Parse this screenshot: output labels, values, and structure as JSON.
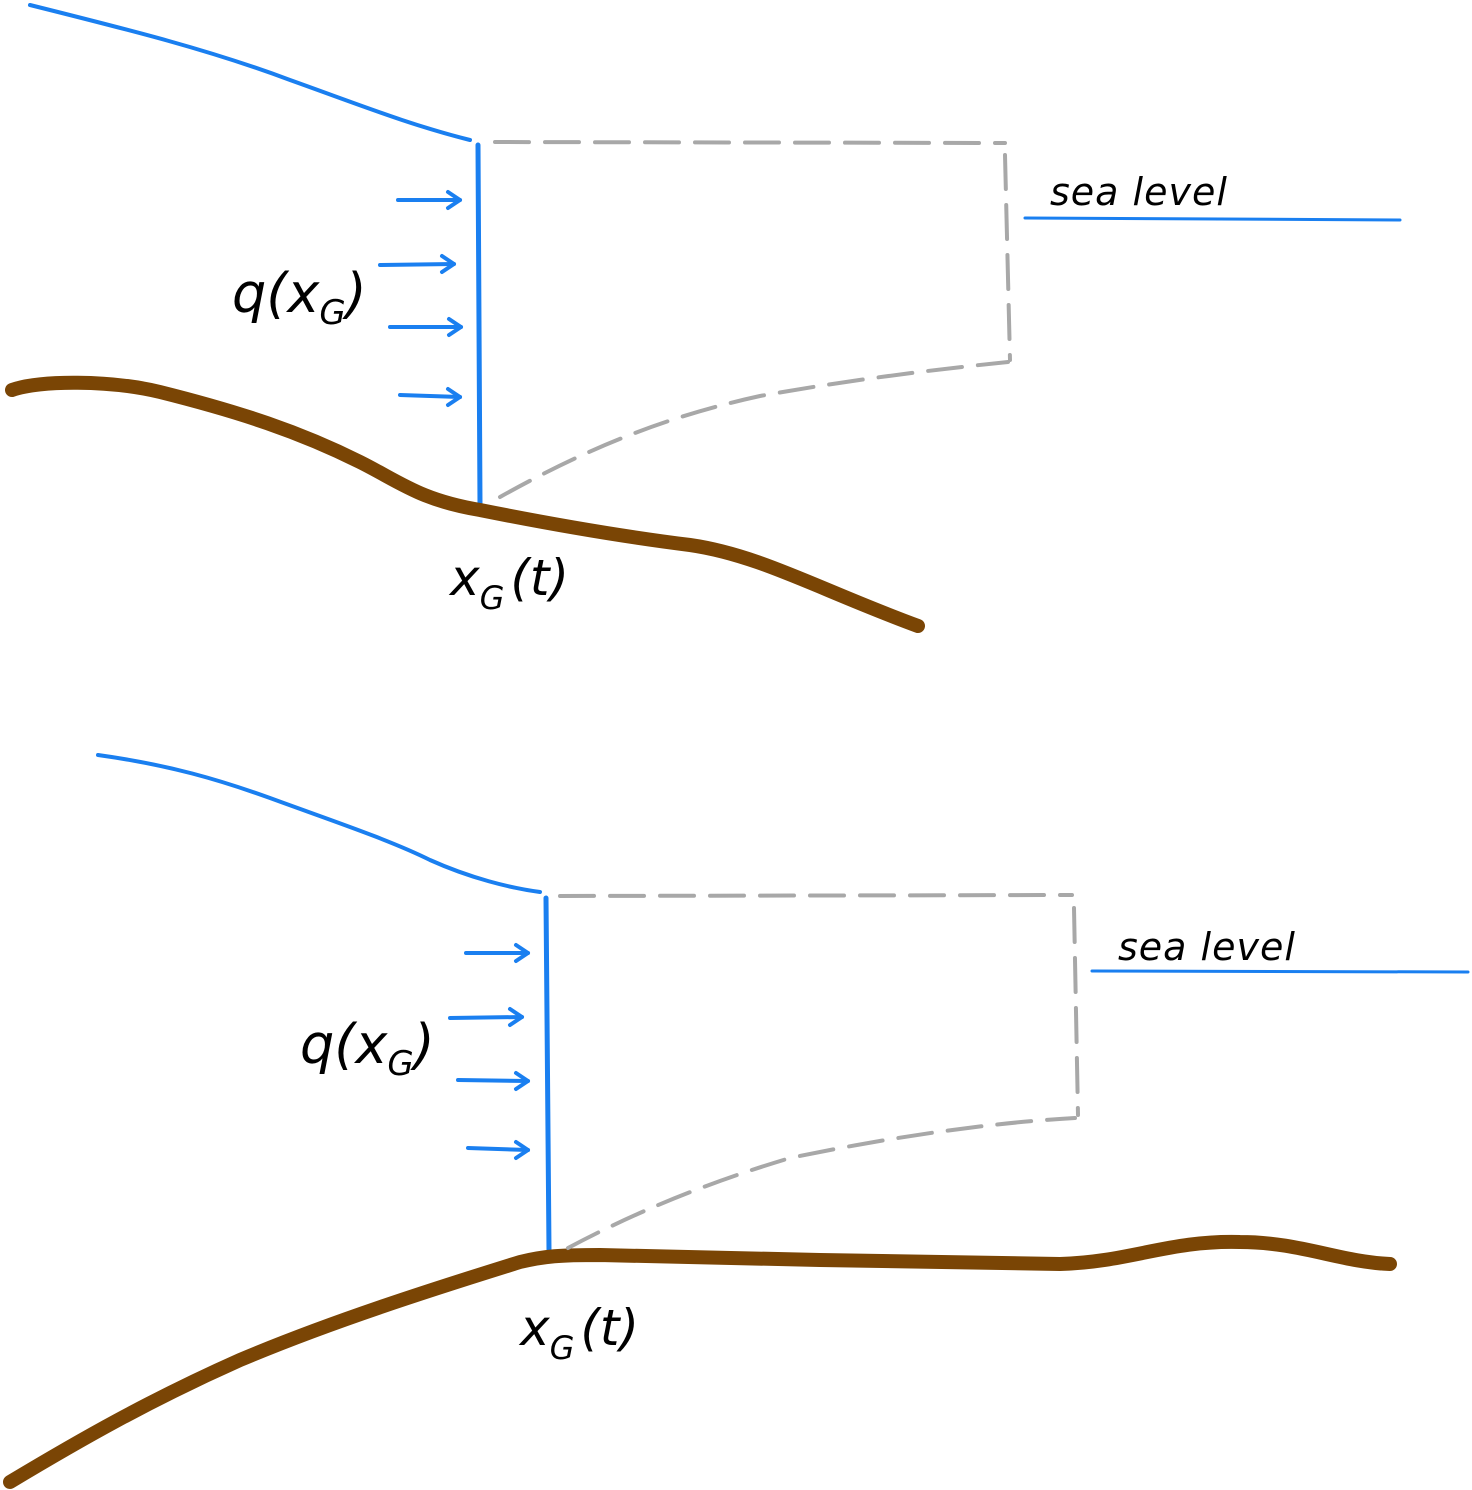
{
  "colors": {
    "ice": "#1a7ff0",
    "bed": "#7a4505",
    "shelf_dash": "#a8a8a8",
    "text": "#000000"
  },
  "panels": [
    {
      "flux_label": "q(x",
      "flux_sub": "G",
      "flux_close": ")",
      "grounding_label": "x",
      "grounding_sub": "G",
      "grounding_arg": "(t)",
      "sea_label": "sea level"
    },
    {
      "flux_label": "q(x",
      "flux_sub": "G",
      "flux_close": ")",
      "grounding_label": "x",
      "grounding_sub": "G",
      "grounding_arg": "(t)",
      "sea_label": "sea level"
    }
  ]
}
